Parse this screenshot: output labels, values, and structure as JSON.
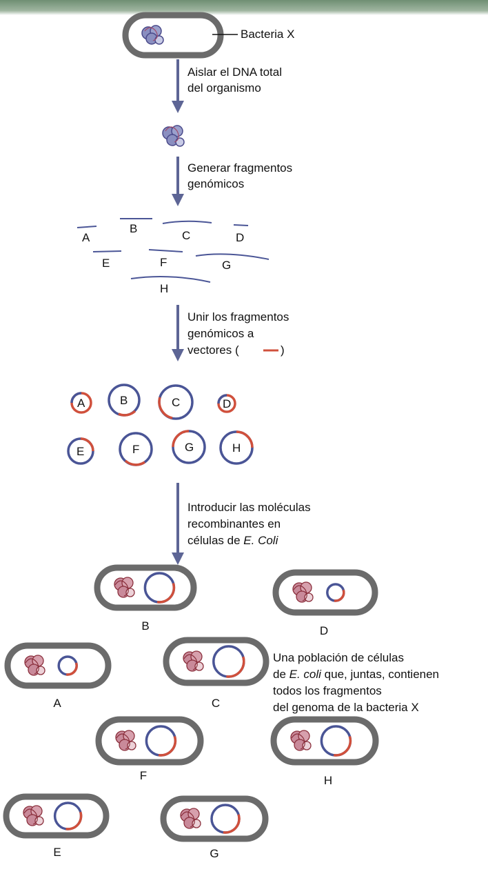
{
  "bacteria_label": "Bacteria X",
  "steps": [
    {
      "lines": [
        "Aislar el DNA total",
        "del organismo"
      ]
    },
    {
      "lines": [
        "Generar fragmentos",
        "genómicos"
      ]
    },
    {
      "lines": [
        "Unir los fragmentos",
        "genómicos a",
        "vectores  (",
        ")"
      ]
    },
    {
      "lines": [
        "Introducir las moléculas",
        "recombinantes en",
        "células de ",
        "E. Coli"
      ]
    }
  ],
  "fragment_labels": [
    "A",
    "B",
    "C",
    "D",
    "E",
    "F",
    "G",
    "H"
  ],
  "plasmid_labels": [
    "A",
    "B",
    "C",
    "D",
    "E",
    "F",
    "G",
    "H"
  ],
  "cell_labels": [
    "B",
    "D",
    "A",
    "C",
    "F",
    "H",
    "E",
    "G"
  ],
  "population_text": {
    "line1": "Una población de células",
    "line2_pre": "de ",
    "line2_italic": "E. coli",
    "line2_post": " que, juntas, contienen",
    "line3": "todos los fragmentos",
    "line4": "del genoma de la bacteria X"
  },
  "colors": {
    "cell_wall": "#6b6b6b",
    "dna_fill": "#8a8fc0",
    "vector_red": "#d0503c",
    "insert_blue": "#4a5596",
    "arrow": "#5d6595"
  }
}
